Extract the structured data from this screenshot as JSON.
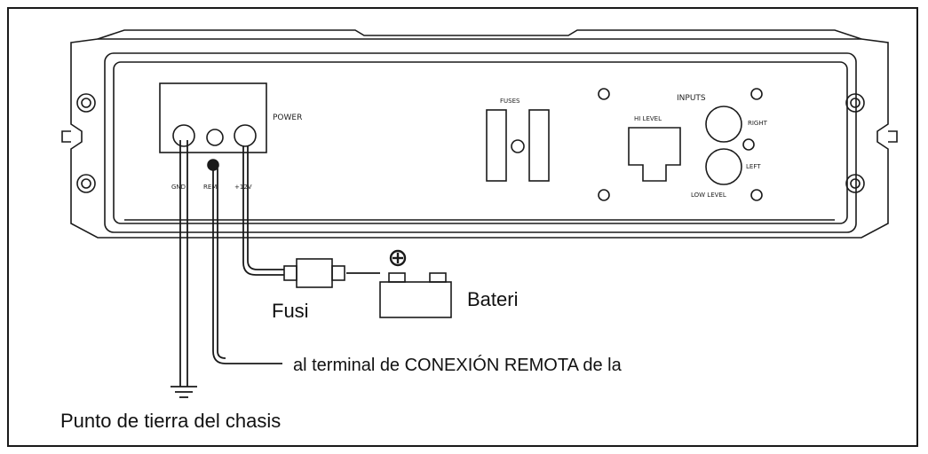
{
  "amp_labels": {
    "power": "POWER",
    "gnd": "GND",
    "rem": "REM",
    "plus12v": "+12V",
    "fuses": "FUSES",
    "inputs": "INPUTS",
    "hi_level": "HI LEVEL",
    "low_level": "LOW LEVEL",
    "right": "RIGHT",
    "left": "LEFT"
  },
  "callouts": {
    "fuse": "Fusi",
    "battery": "Bateri",
    "remote": "al terminal de CONEXIÓN REMOTA de la",
    "ground": "Punto de tierra del chasis"
  },
  "colors": {
    "line": "#1a1a1a",
    "background": "#ffffff"
  }
}
